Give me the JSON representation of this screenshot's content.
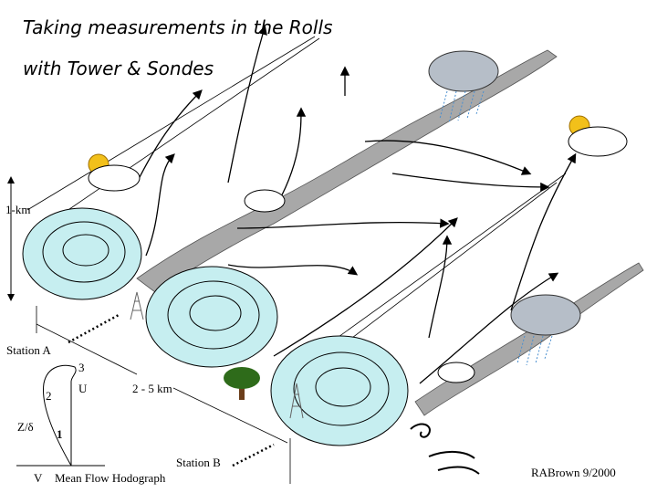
{
  "title": {
    "line1": "Taking measurements in the Rolls",
    "line2": "with Tower & Sondes"
  },
  "labels": {
    "height_scale": "1-km",
    "station_a": "Station A",
    "station_b": "Station B",
    "spacing": "2 - 5 km",
    "credit": "RABrown 9/2000"
  },
  "hodograph": {
    "title": "Mean Flow Hodograph",
    "x_axis": "V",
    "y_axis": "Z/δ",
    "u_label": "U",
    "points": [
      "1",
      "2",
      "3"
    ]
  },
  "colors": {
    "roll_fill": "#c6eef0",
    "cloud_band": "#a8a8a8",
    "rain": "#4a8fd0",
    "tree": "#2e6b1a",
    "sun": "#f2c01a"
  }
}
